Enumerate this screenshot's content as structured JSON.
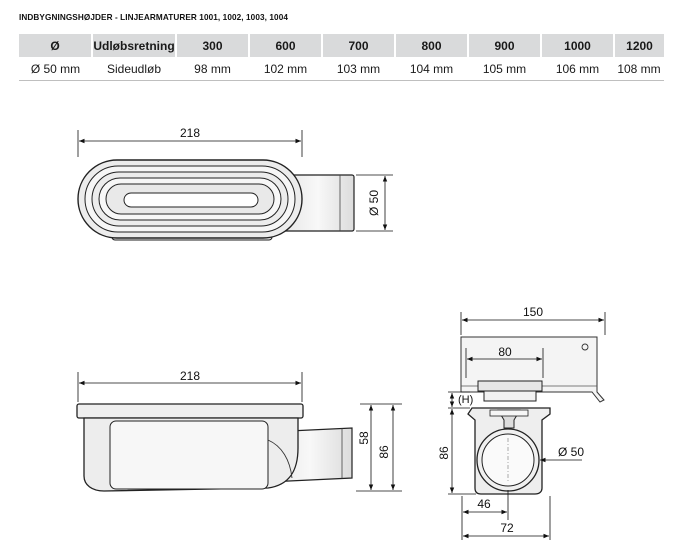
{
  "title": "INDBYGNINGSHØJDER - LINJEARMATURER 1001, 1002, 1003, 1004",
  "table": {
    "headers": [
      "Ø",
      "Udløbsretning",
      "300",
      "600",
      "700",
      "800",
      "900",
      "1000",
      "1200"
    ],
    "rows": [
      [
        "Ø 50 mm",
        "Sideudløb",
        "98 mm",
        "102 mm",
        "103 mm",
        "104 mm",
        "105 mm",
        "106 mm",
        "108 mm"
      ]
    ]
  },
  "drawings": {
    "top_view": {
      "width_label": "218",
      "diameter_label": "Ø 50"
    },
    "side_view": {
      "width_label": "218",
      "height_outlet_label": "58",
      "height_total_label": "86"
    },
    "end_view": {
      "frame_width_label": "150",
      "inner_width_label": "80",
      "height_h_label": "(H)",
      "height_label": "86",
      "outlet_label": "Ø 50",
      "offset_label": "46",
      "base_width_label": "72"
    }
  }
}
